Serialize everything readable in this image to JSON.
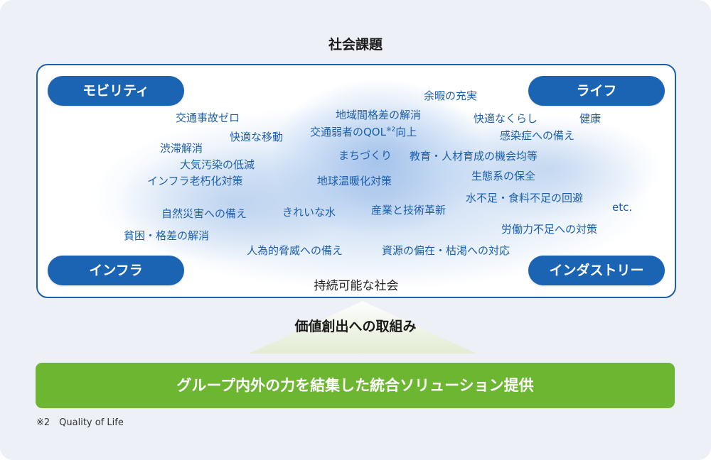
{
  "title": "社会課題",
  "categories": {
    "top_left": "モビリティ",
    "top_right": "ライフ",
    "bottom_left": "インフラ",
    "bottom_right": "インダストリー"
  },
  "terms": {
    "t01": "余暇の充実",
    "t02": "交通事故ゼロ",
    "t03": "地域間格差の解消",
    "t04": "快適なくらし",
    "t05": "健康",
    "t06": "交通弱者のQOL",
    "t06_mark": "※2",
    "t06_tail": "向上",
    "t07": "快適な移動",
    "t08": "感染症への備え",
    "t09": "渋滞解消",
    "t10": "まちづくり",
    "t11": "教育・人材育成の機会均等",
    "t12": "大気汚染の低減",
    "t13": "生態系の保全",
    "t14": "インフラ老朽化対策",
    "t15": "地球温暖化対策",
    "t16": "水不足・食料不足の回避",
    "t17": "自然災害への備え",
    "t18": "きれいな水",
    "t19": "産業と技術革新",
    "t20": "etc.",
    "t21": "労働力不足への対策",
    "t22": "貧困・格差の解消",
    "t23": "人為的脅威への備え",
    "t24": "資源の偏在・枯渇への対応"
  },
  "frame_caption": "持続可能な社会",
  "bridge_label": "価値創出への取組み",
  "solution": "グループ内外の力を結集した統合ソリューション提供",
  "footnote": "※2　Quality of Life",
  "colors": {
    "accent_blue": "#1b63b3",
    "term_blue": "#1c5fae",
    "green": "#6db632"
  }
}
